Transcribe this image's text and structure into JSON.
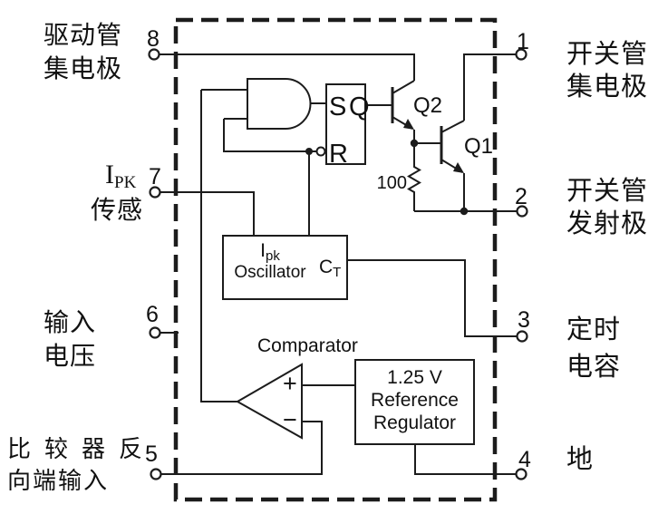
{
  "diagram": {
    "colors": {
      "line": "#1c1c1c",
      "text": "#111111",
      "background": "#ffffff"
    },
    "pins": {
      "p8": {
        "number": "8",
        "label_line1": "驱动管",
        "label_line2": "集电极"
      },
      "p7": {
        "number": "7",
        "label_main": "I",
        "label_sub": "PK",
        "label_line2": "传感"
      },
      "p6": {
        "number": "6",
        "label_line1": "输入",
        "label_line2": "电压"
      },
      "p5": {
        "number": "5",
        "label_line1": "比较器反",
        "label_line2": "向端输入"
      },
      "p1": {
        "number": "1",
        "label_line1": "开关管",
        "label_line2": "集电极"
      },
      "p2": {
        "number": "2",
        "label_line1": "开关管",
        "label_line2": "发射极"
      },
      "p3": {
        "number": "3",
        "label_line1": "定时",
        "label_line2": "电容"
      },
      "p4": {
        "number": "4",
        "label_line1": "地"
      }
    },
    "latch": {
      "s": "S",
      "q": "Q",
      "r": "R"
    },
    "oscillator": {
      "name_main": "I",
      "name_sub": "pk",
      "name_line2": "Oscillator",
      "ct_main": "C",
      "ct_sub": "T"
    },
    "comparator": {
      "label": "Comparator",
      "plus": "+",
      "minus": "−"
    },
    "reference": {
      "line1": "1.25 V",
      "line2": "Reference",
      "line3": "Regulator"
    },
    "transistors": {
      "q1": "Q1",
      "q2": "Q2"
    },
    "resistor": {
      "value": "100"
    }
  }
}
